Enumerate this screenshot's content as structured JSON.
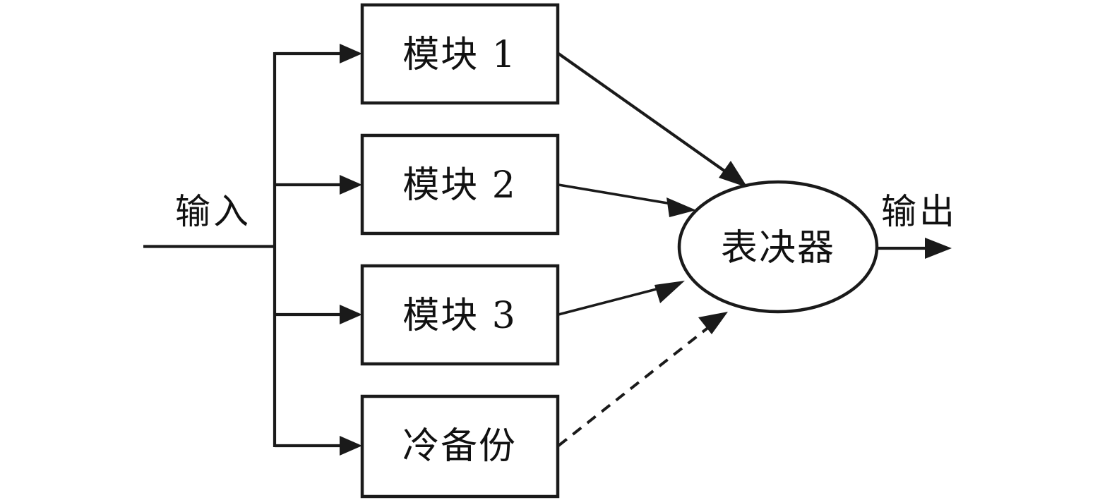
{
  "diagram": {
    "type": "block-diagram",
    "title": "",
    "background_color": "#ffffff",
    "line_color": "#1a1a1a",
    "text_color": "#111111",
    "input_label": "输入",
    "output_label": "输出",
    "voter": {
      "label": "表决器",
      "shape": "ellipse"
    },
    "modules": [
      {
        "label": "模块 1",
        "shape": "rectangle",
        "link_style": "solid"
      },
      {
        "label": "模块 2",
        "shape": "rectangle",
        "link_style": "solid"
      },
      {
        "label": "模块 3",
        "shape": "rectangle",
        "link_style": "solid"
      },
      {
        "label": "冷备份",
        "shape": "rectangle",
        "link_style": "dashed"
      }
    ]
  }
}
